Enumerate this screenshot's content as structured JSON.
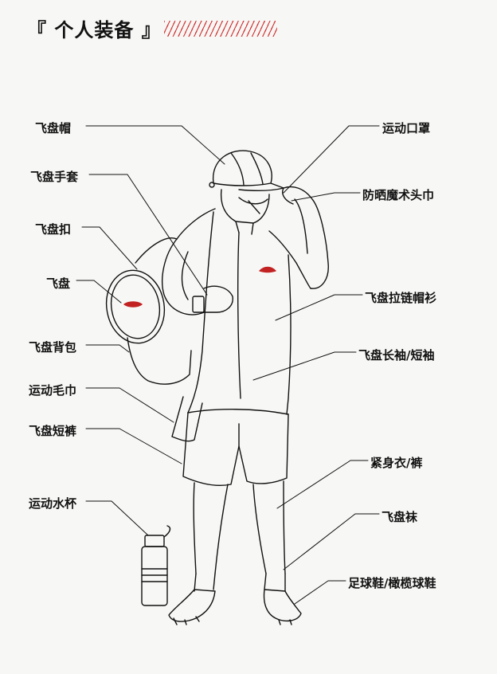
{
  "title": "『 个人装备 』",
  "labels": {
    "cap": "飞盘帽",
    "gloves": "飞盘手套",
    "buckle": "飞盘扣",
    "disc": "飞盘",
    "backpack": "飞盘背包",
    "towel": "运动毛巾",
    "shorts": "飞盘短裤",
    "bottle": "运动水杯",
    "mask": "运动口罩",
    "bandana": "防晒魔术头巾",
    "hoodie": "飞盘拉链帽衫",
    "shirt": "飞盘长袖/短袖",
    "tights": "紧身衣/裤",
    "socks": "飞盘袜",
    "shoes": "足球鞋/橄榄球鞋"
  },
  "colors": {
    "accent": "#c22222",
    "ink": "#111111"
  }
}
